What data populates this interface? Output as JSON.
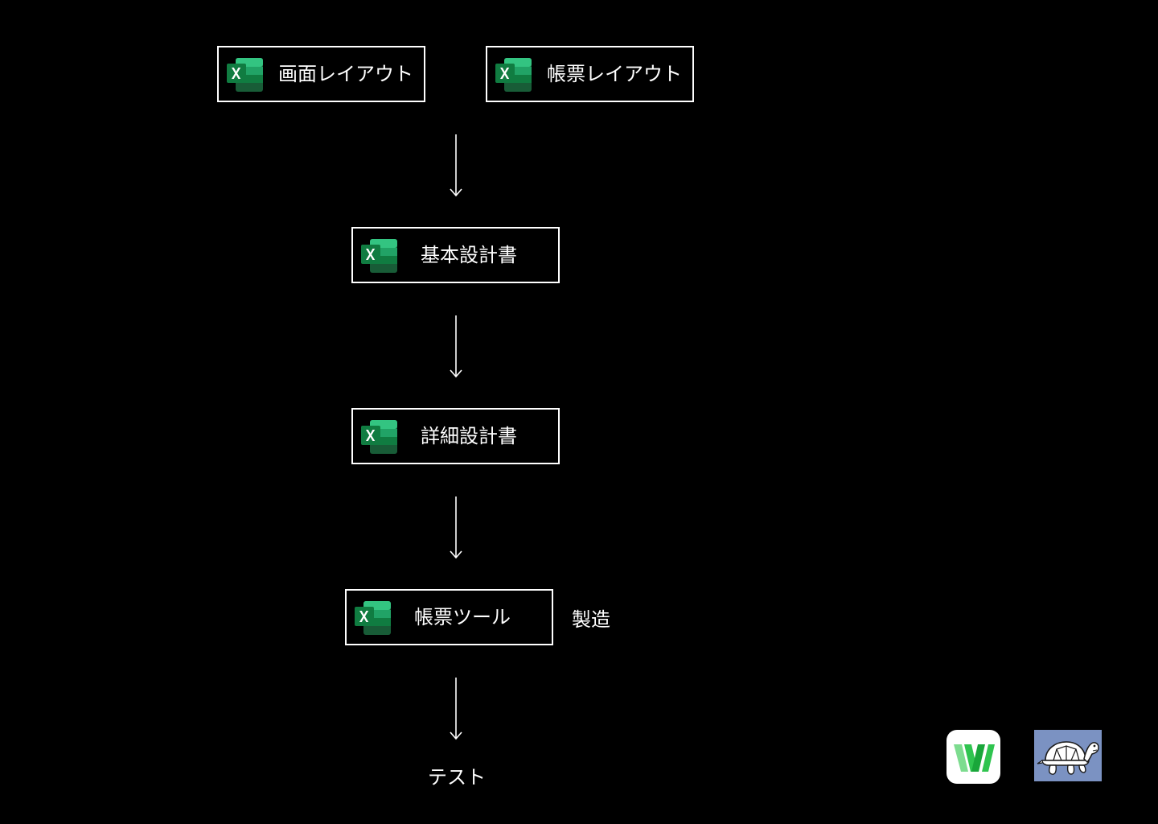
{
  "nodes": {
    "screen_layout": {
      "label": "画面レイアウト",
      "icon": "excel-icon"
    },
    "form_layout": {
      "label": "帳票レイアウト",
      "icon": "excel-icon"
    },
    "basic_design": {
      "label": "基本設計書",
      "icon": "excel-icon"
    },
    "detail_design": {
      "label": "詳細設計書",
      "icon": "excel-icon"
    },
    "form_tool": {
      "label": "帳票ツール",
      "icon": "excel-icon"
    }
  },
  "side_label": "製造",
  "end_label": "テスト",
  "apps": [
    {
      "icon": "wiki-w-icon"
    },
    {
      "icon": "tortoise-icon"
    }
  ],
  "colors": {
    "background": "#000000",
    "foreground": "#ffffff",
    "excel_dark": "#107c41",
    "excel_mid": "#21a366",
    "excel_light": "#33c481",
    "wiki_bg": "#ffffff",
    "tortoise_bg": "#7b92c2"
  }
}
